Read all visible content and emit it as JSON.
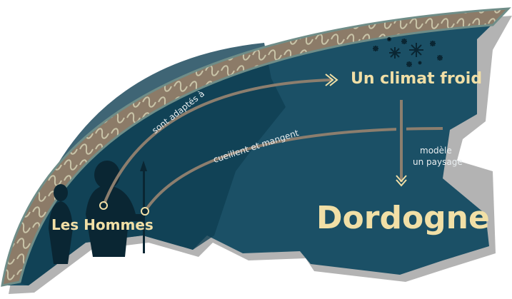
{
  "nodes": {
    "climate": "Un climat froid",
    "people": "Les Hommes",
    "region": "Dordogne"
  },
  "links": {
    "adapted": "sont adaptés à",
    "gather": "cueillent et mangent",
    "shape_line1": "modèle",
    "shape_line2": "un paysage"
  },
  "colors": {
    "background": "#1b5066",
    "dark_teal": "#0f3f52",
    "accent_text": "#f1dfa6",
    "connector": "#8c7e6e",
    "border": "#8c7b68",
    "shadow": "#b3b3b3"
  }
}
